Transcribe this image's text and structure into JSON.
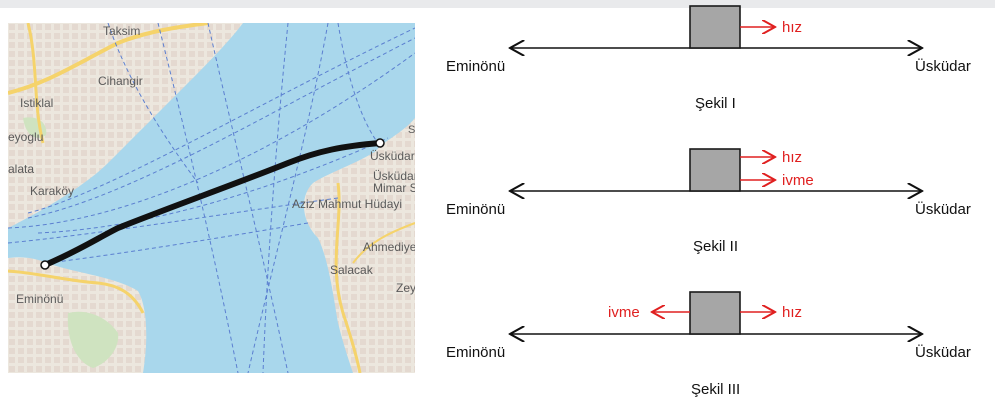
{
  "map": {
    "labels": {
      "taksim": "Taksim",
      "cihangir": "Cihangir",
      "istiklal": "Istiklal",
      "beyoglu": "eyoglu",
      "galata": "alata",
      "karakoy": "Karaköy",
      "eminonu": "Eminönü",
      "uskudar": "Üsküdar",
      "uskudar2": "Üsküdar",
      "mimar_s": "Mimar S",
      "s_top": "S",
      "aziz": "Aziz Mahmut Hüdayi",
      "ahmediye": "Ahmediye",
      "salacak": "Salacak",
      "zey": "Zey"
    },
    "colors": {
      "water": "#a9d7ec",
      "land": "#eee9e1",
      "route": "#111111",
      "ferry_lines": "#5b7fd0"
    }
  },
  "figures": [
    {
      "id": "sekil-1",
      "left_label": "Eminönü",
      "right_label": "Üsküdar",
      "caption": "Şekil I",
      "velocity_label": "hız",
      "acceleration_label": "",
      "acceleration_direction": "none"
    },
    {
      "id": "sekil-2",
      "left_label": "Eminönü",
      "right_label": "Üsküdar",
      "caption": "Şekil II",
      "velocity_label": "hız",
      "acceleration_label": "ivme",
      "acceleration_direction": "right"
    },
    {
      "id": "sekil-3",
      "left_label": "Eminönü",
      "right_label": "Üsküdar",
      "caption": "Şekil III",
      "velocity_label": "hız",
      "acceleration_label": "ivme",
      "acceleration_direction": "left"
    }
  ],
  "colors": {
    "block_fill": "#a6a6a6",
    "block_stroke": "#1a1a1a",
    "arrow_red": "#e02020",
    "axis": "#111111"
  }
}
